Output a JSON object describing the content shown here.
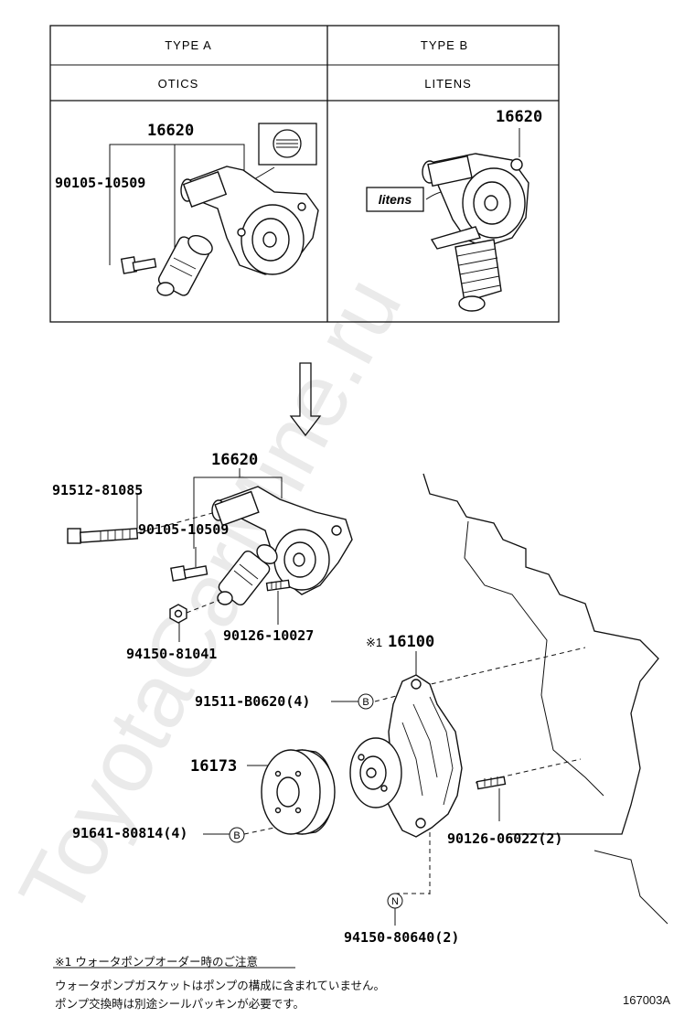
{
  "table": {
    "col_a_header": "TYPE A",
    "col_b_header": "TYPE B",
    "col_a_maker": "OTICS",
    "col_b_maker": "LITENS",
    "col_a_part": "16620",
    "col_a_bolt": "90105-10509",
    "col_b_part": "16620",
    "litens_logo_text": "litens"
  },
  "parts": {
    "tensioner": "16620",
    "bolt_long": "91512-81085",
    "bolt_short": "90105-10509",
    "stud": "90126-10027",
    "nut_tensioner": "94150-81041",
    "water_pump_mark": "※1",
    "water_pump": "16100",
    "pump_bolt": "91511-B0620(4)",
    "pulley": "16173",
    "pulley_bolt": "91641-80814(4)",
    "pump_stud": "90126-06022(2)",
    "pump_nut": "94150-80640(2)"
  },
  "callouts": {
    "b1": "B",
    "b2": "B",
    "n": "N"
  },
  "note": {
    "title": "※1 ウォータポンプオーダー時のご注意",
    "line1": "ウォータポンプガスケットはポンプの構成に含まれていません。",
    "line2": "ポンプ交換時は別途シールパッキンが必要です。"
  },
  "diagram_code": "167003A",
  "watermark": "ToyotaCarMine.ru"
}
